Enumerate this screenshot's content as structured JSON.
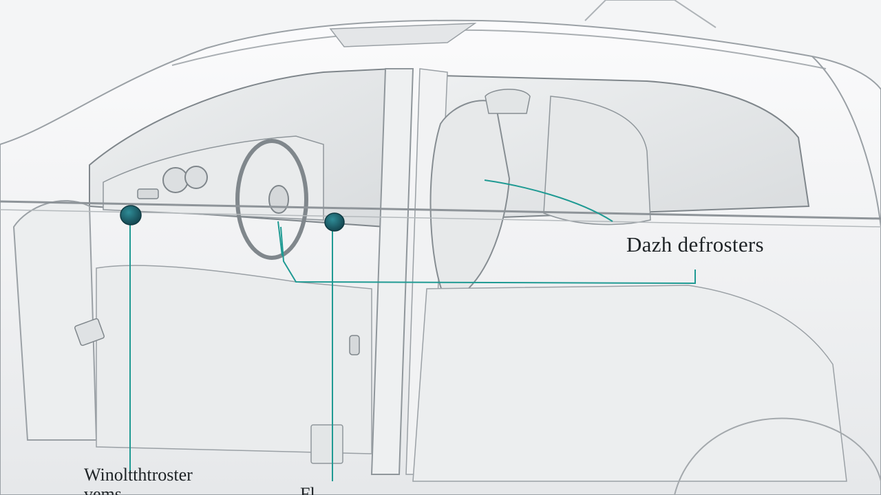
{
  "diagram": {
    "labels": {
      "dash_defrosters": "Dazh defrosters",
      "windshield_vents_line1": "Winoltthtroster",
      "windshield_vents_line2": "vems",
      "floor_vents": "Fl"
    },
    "colors": {
      "background": "#f4f5f6",
      "outline": "#9aa0a5",
      "outline_dark": "#6f767b",
      "leader_line": "#1f9a93",
      "marker": "#1d5f6b",
      "label_text": "#1e2326"
    }
  }
}
